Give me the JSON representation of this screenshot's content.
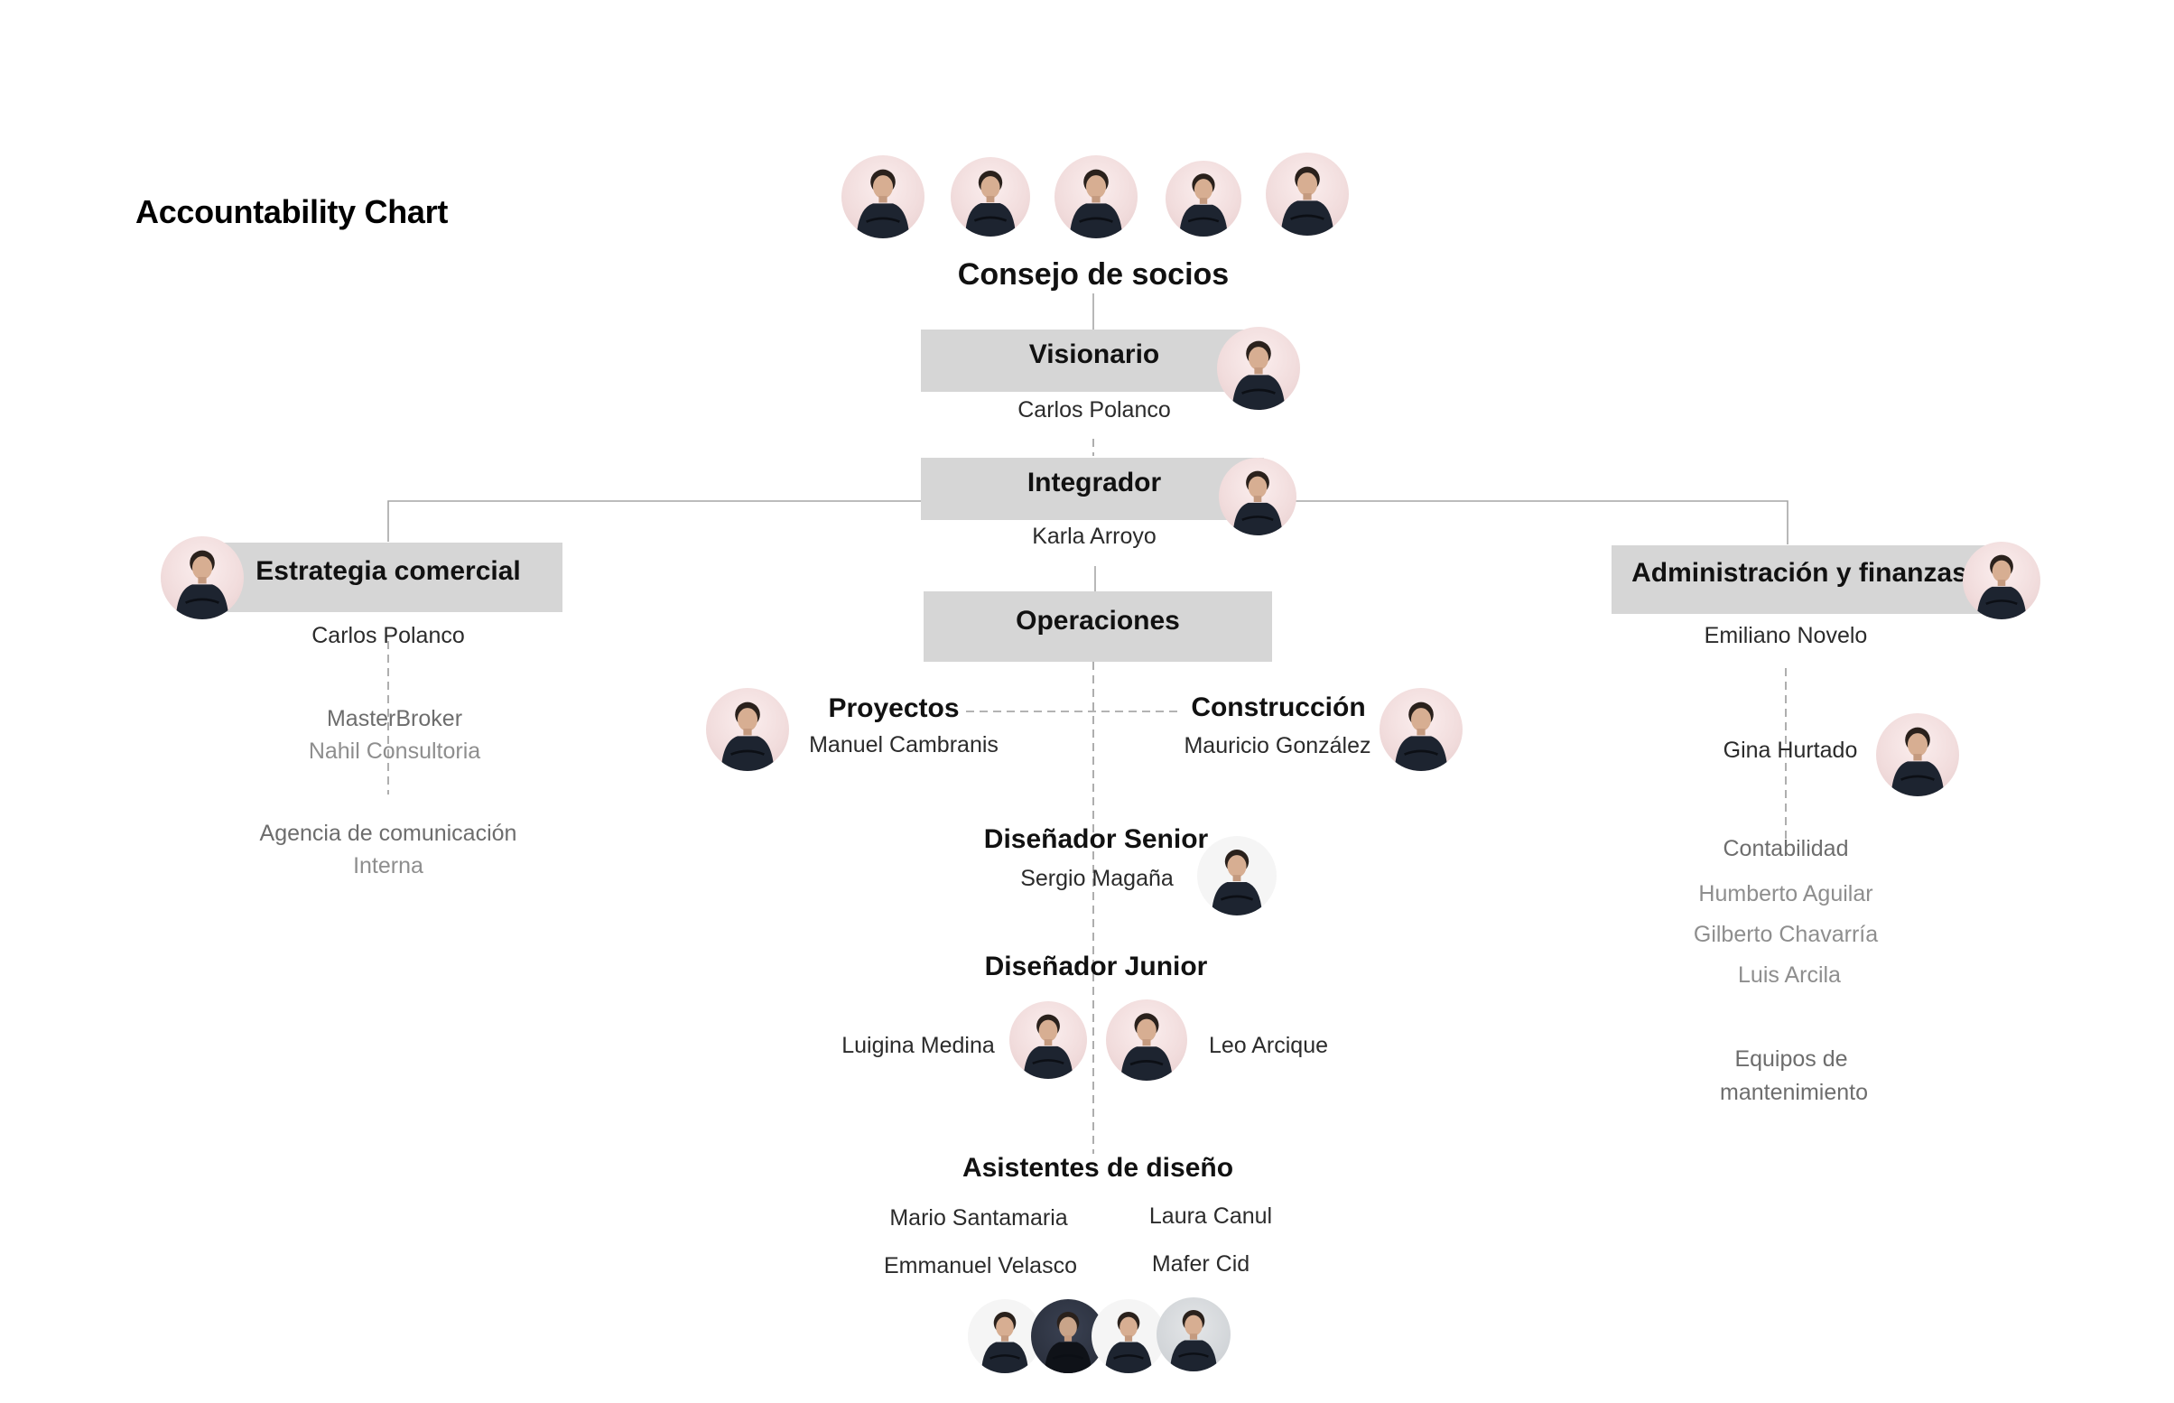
{
  "title": "Accountability Chart",
  "board": {
    "label": "Consejo de socios",
    "avatar_count": 5
  },
  "visionario": {
    "role": "Visionario",
    "person": "Carlos Polanco"
  },
  "integrador": {
    "role": "Integrador",
    "person": "Karla Arroyo"
  },
  "estrategia": {
    "role": "Estrategia comercial",
    "person": "Carlos Polanco",
    "partners": [
      "MasterBroker",
      "Nahil Consultoria"
    ],
    "agency": {
      "label": "Agencia de comunicación",
      "value": "Interna"
    }
  },
  "administracion": {
    "role": "Administración y finanzas",
    "person": "Emiliano Novelo",
    "assistant": "Gina Hurtado",
    "contabilidad": {
      "label": "Contabilidad",
      "members": [
        "Humberto Aguilar",
        "Gilberto Chavarría",
        "Luis Arcila"
      ]
    },
    "equipos": [
      "Equipos de",
      "mantenimiento"
    ]
  },
  "operaciones": {
    "role": "Operaciones"
  },
  "proyectos": {
    "role": "Proyectos",
    "person": "Manuel Cambranis"
  },
  "construccion": {
    "role": "Construcción",
    "person": "Mauricio González"
  },
  "senior": {
    "role": "Diseñador Senior",
    "person": "Sergio Magaña"
  },
  "junior": {
    "role": "Diseñador Junior",
    "people": [
      "Luigina Medina",
      "Leo Arcique"
    ]
  },
  "asistentes": {
    "role": "Asistentes de diseño",
    "people": [
      "Mario Santamaria",
      "Laura Canul",
      "Emmanuel Velasco",
      "Mafer Cid"
    ]
  },
  "colors": {
    "box": "#d6d6d6",
    "line": "#9a9a9a",
    "shirt": "#1d2430",
    "muted_text": "#8e8e8e"
  }
}
